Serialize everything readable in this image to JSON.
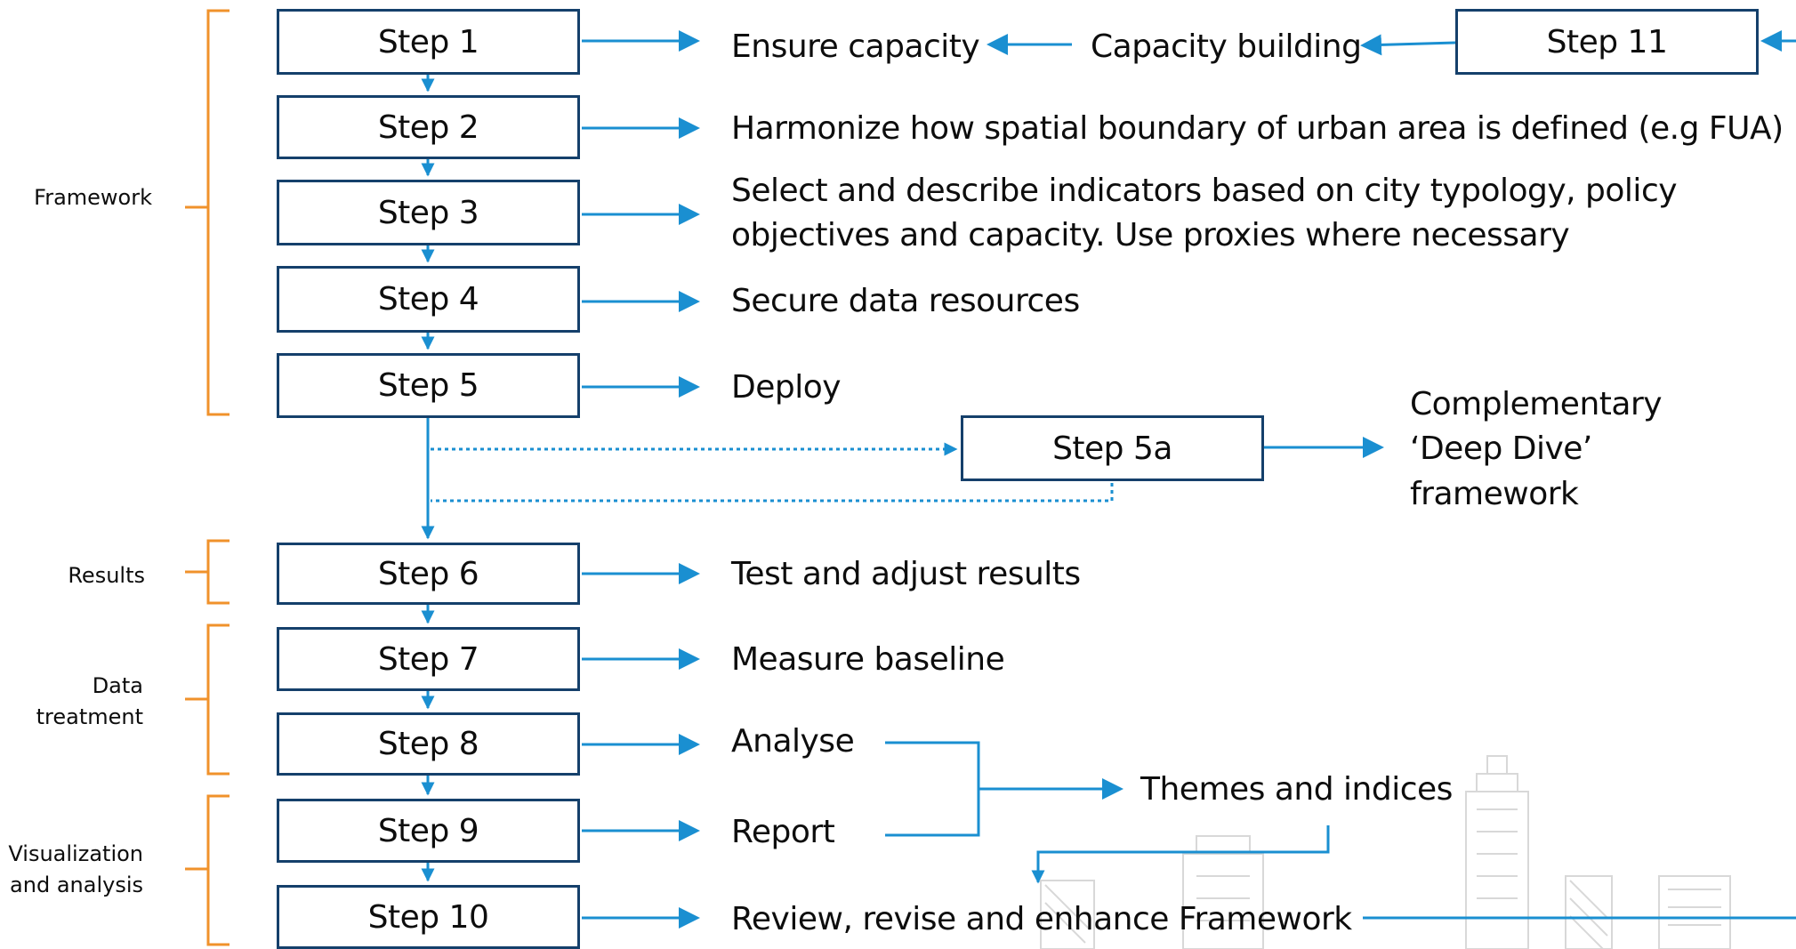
{
  "sections": {
    "framework": "Framework",
    "results": "Results",
    "data_treatment_1": "Data",
    "data_treatment_2": "treatment",
    "visualization_1": "Visualization",
    "visualization_2": "and analysis"
  },
  "steps": {
    "s1": "Step 1",
    "s2": "Step 2",
    "s3": "Step 3",
    "s4": "Step 4",
    "s5": "Step 5",
    "s5a": "Step 5a",
    "s6": "Step 6",
    "s7": "Step 7",
    "s8": "Step 8",
    "s9": "Step 9",
    "s10": "Step 10",
    "s11": "Step 11"
  },
  "outcomes": {
    "o1": "Ensure capacity",
    "capacity_building": "Capacity building",
    "o2": "Harmonize how spatial boundary of urban area is defined (e.g FUA)",
    "o3_line1": "Select and describe indicators based on city typology, policy",
    "o3_line2": "objectives and capacity. Use proxies where necessary",
    "o4": "Secure data resources",
    "o5": "Deploy",
    "o5a_line1": "Complementary",
    "o5a_line2": "‘Deep Dive’",
    "o5a_line3": "framework",
    "o6": "Test and adjust results",
    "o7": "Measure baseline",
    "o8": "Analyse",
    "o9": "Report",
    "themes": "Themes and indices",
    "o10": "Review, revise and enhance Framework"
  },
  "colors": {
    "arrow": "#1a8fd1",
    "box_border": "#15406b",
    "bracket": "#f0922b",
    "skyline": "#c9c9c9"
  }
}
